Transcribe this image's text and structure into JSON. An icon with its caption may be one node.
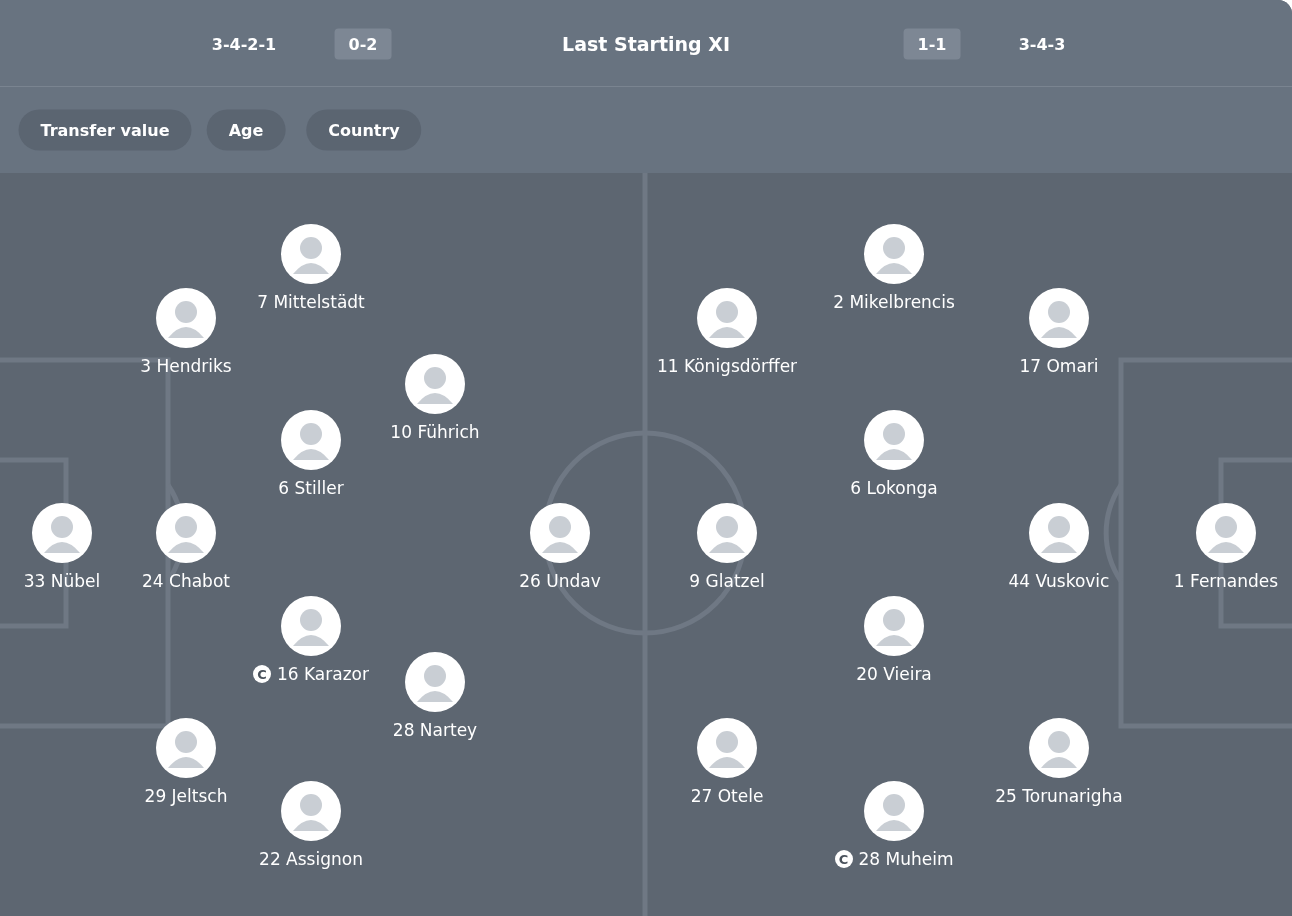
{
  "diagram": {
    "title": "Last Starting XI",
    "nodes": [
      {
        "text": [
          "7 Mittelstädt"
        ]
      },
      {
        "text": [
          "3 Hendriks"
        ]
      },
      {
        "text": [
          "10 Führich"
        ]
      },
      {
        "text": [
          "6 Stiller"
        ]
      },
      {
        "text": [
          "33 Nübel"
        ]
      },
      {
        "text": [
          "24 Chabot"
        ]
      },
      {
        "text": [
          "26 Undav"
        ]
      },
      {
        "text": [
          "C",
          "16 Karazor"
        ]
      },
      {
        "text": [
          "28 Nartey"
        ]
      },
      {
        "text": [
          "29 Jeltsch"
        ]
      },
      {
        "text": [
          "22 Assignon"
        ]
      },
      {
        "text": [
          "2 Mikelbrencis"
        ]
      },
      {
        "text": [
          "11 Königsdörffer"
        ]
      },
      {
        "text": [
          "17 Omari"
        ]
      },
      {
        "text": [
          "6 Lokonga"
        ]
      },
      {
        "text": [
          "9 Glatzel"
        ]
      },
      {
        "text": [
          "44 Vuskovic"
        ]
      },
      {
        "text": [
          "1 Fernandes"
        ]
      },
      {
        "text": [
          "20 Vieira"
        ]
      },
      {
        "text": [
          "27 Otele"
        ]
      },
      {
        "text": [
          "25 Torunarigha"
        ]
      },
      {
        "text": [
          "C",
          "28 Muheim"
        ]
      }
    ],
    "labels": [
      "3-4-2-1",
      "0-2",
      "1-1",
      "3-4-3",
      "Transfer value",
      "Age",
      "Country"
    ]
  }
}
